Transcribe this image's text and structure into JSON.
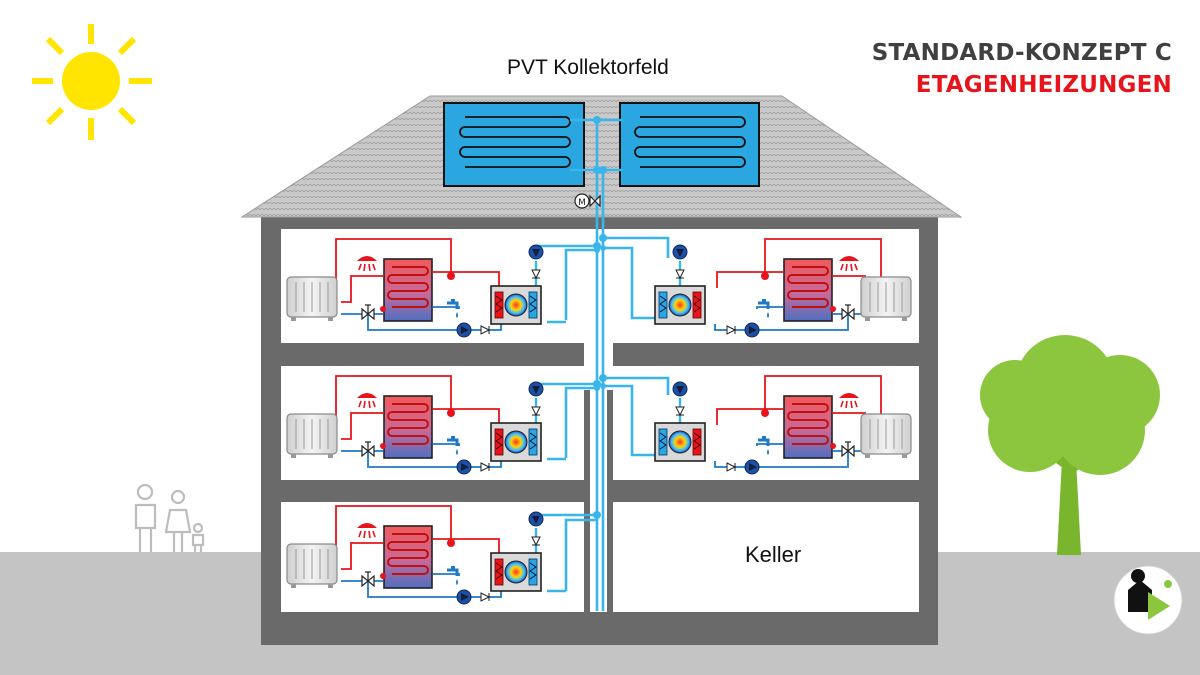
{
  "title": {
    "line1": "STANDARD-KONZEPT C",
    "line2": "ETAGENHEIZUNGEN"
  },
  "labels": {
    "collector": "PVT Kollektorfeld",
    "basement": "Keller"
  },
  "colors": {
    "title_dark": "#404040",
    "title_red": "#e8141c",
    "sun": "#ffe500",
    "roof": "#bdbdbd",
    "wall": "#6a6a6a",
    "ground": "#c4c4c4",
    "tree": "#8cc63f",
    "trunk": "#7ab52e",
    "panel": "#2aa7e0",
    "pipe_hot": "#e8141c",
    "pipe_cold": "#1e7ac4",
    "pipe_source": "#38b6ec",
    "storage_top": "#f06060",
    "storage_bottom": "#4e71c4"
  },
  "icons": [
    "sun-icon",
    "shower-icon",
    "tap-icon",
    "pump-icon",
    "three-way-valve-icon",
    "radiator-icon",
    "heat-pump-icon",
    "motor-valve-icon",
    "family-icon",
    "tree-icon",
    "logo-icon"
  ]
}
